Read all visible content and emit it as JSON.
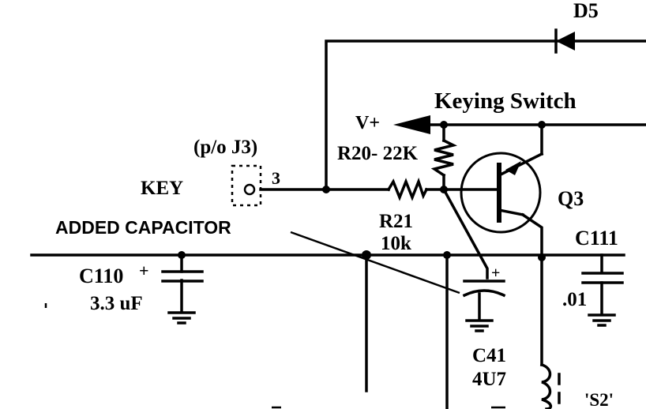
{
  "labels": {
    "d5": "D5",
    "keying_switch": "Keying Switch",
    "v_plus": "V+",
    "r20": "R20- 22K",
    "po_j3": "(p/o  J3)",
    "key": "KEY",
    "pin3": "3",
    "q3": "Q3",
    "added_capacitor": "ADDED CAPACITOR",
    "r21": "R21",
    "r21_value": "10k",
    "c111": "C111",
    "c111_value": ".01",
    "c110": "C110",
    "c110_plus": "+",
    "c110_value": "3.3 uF",
    "c41_plus": "+",
    "c41": "C41",
    "c41_value": "4U7",
    "s2": "'S2'"
  }
}
